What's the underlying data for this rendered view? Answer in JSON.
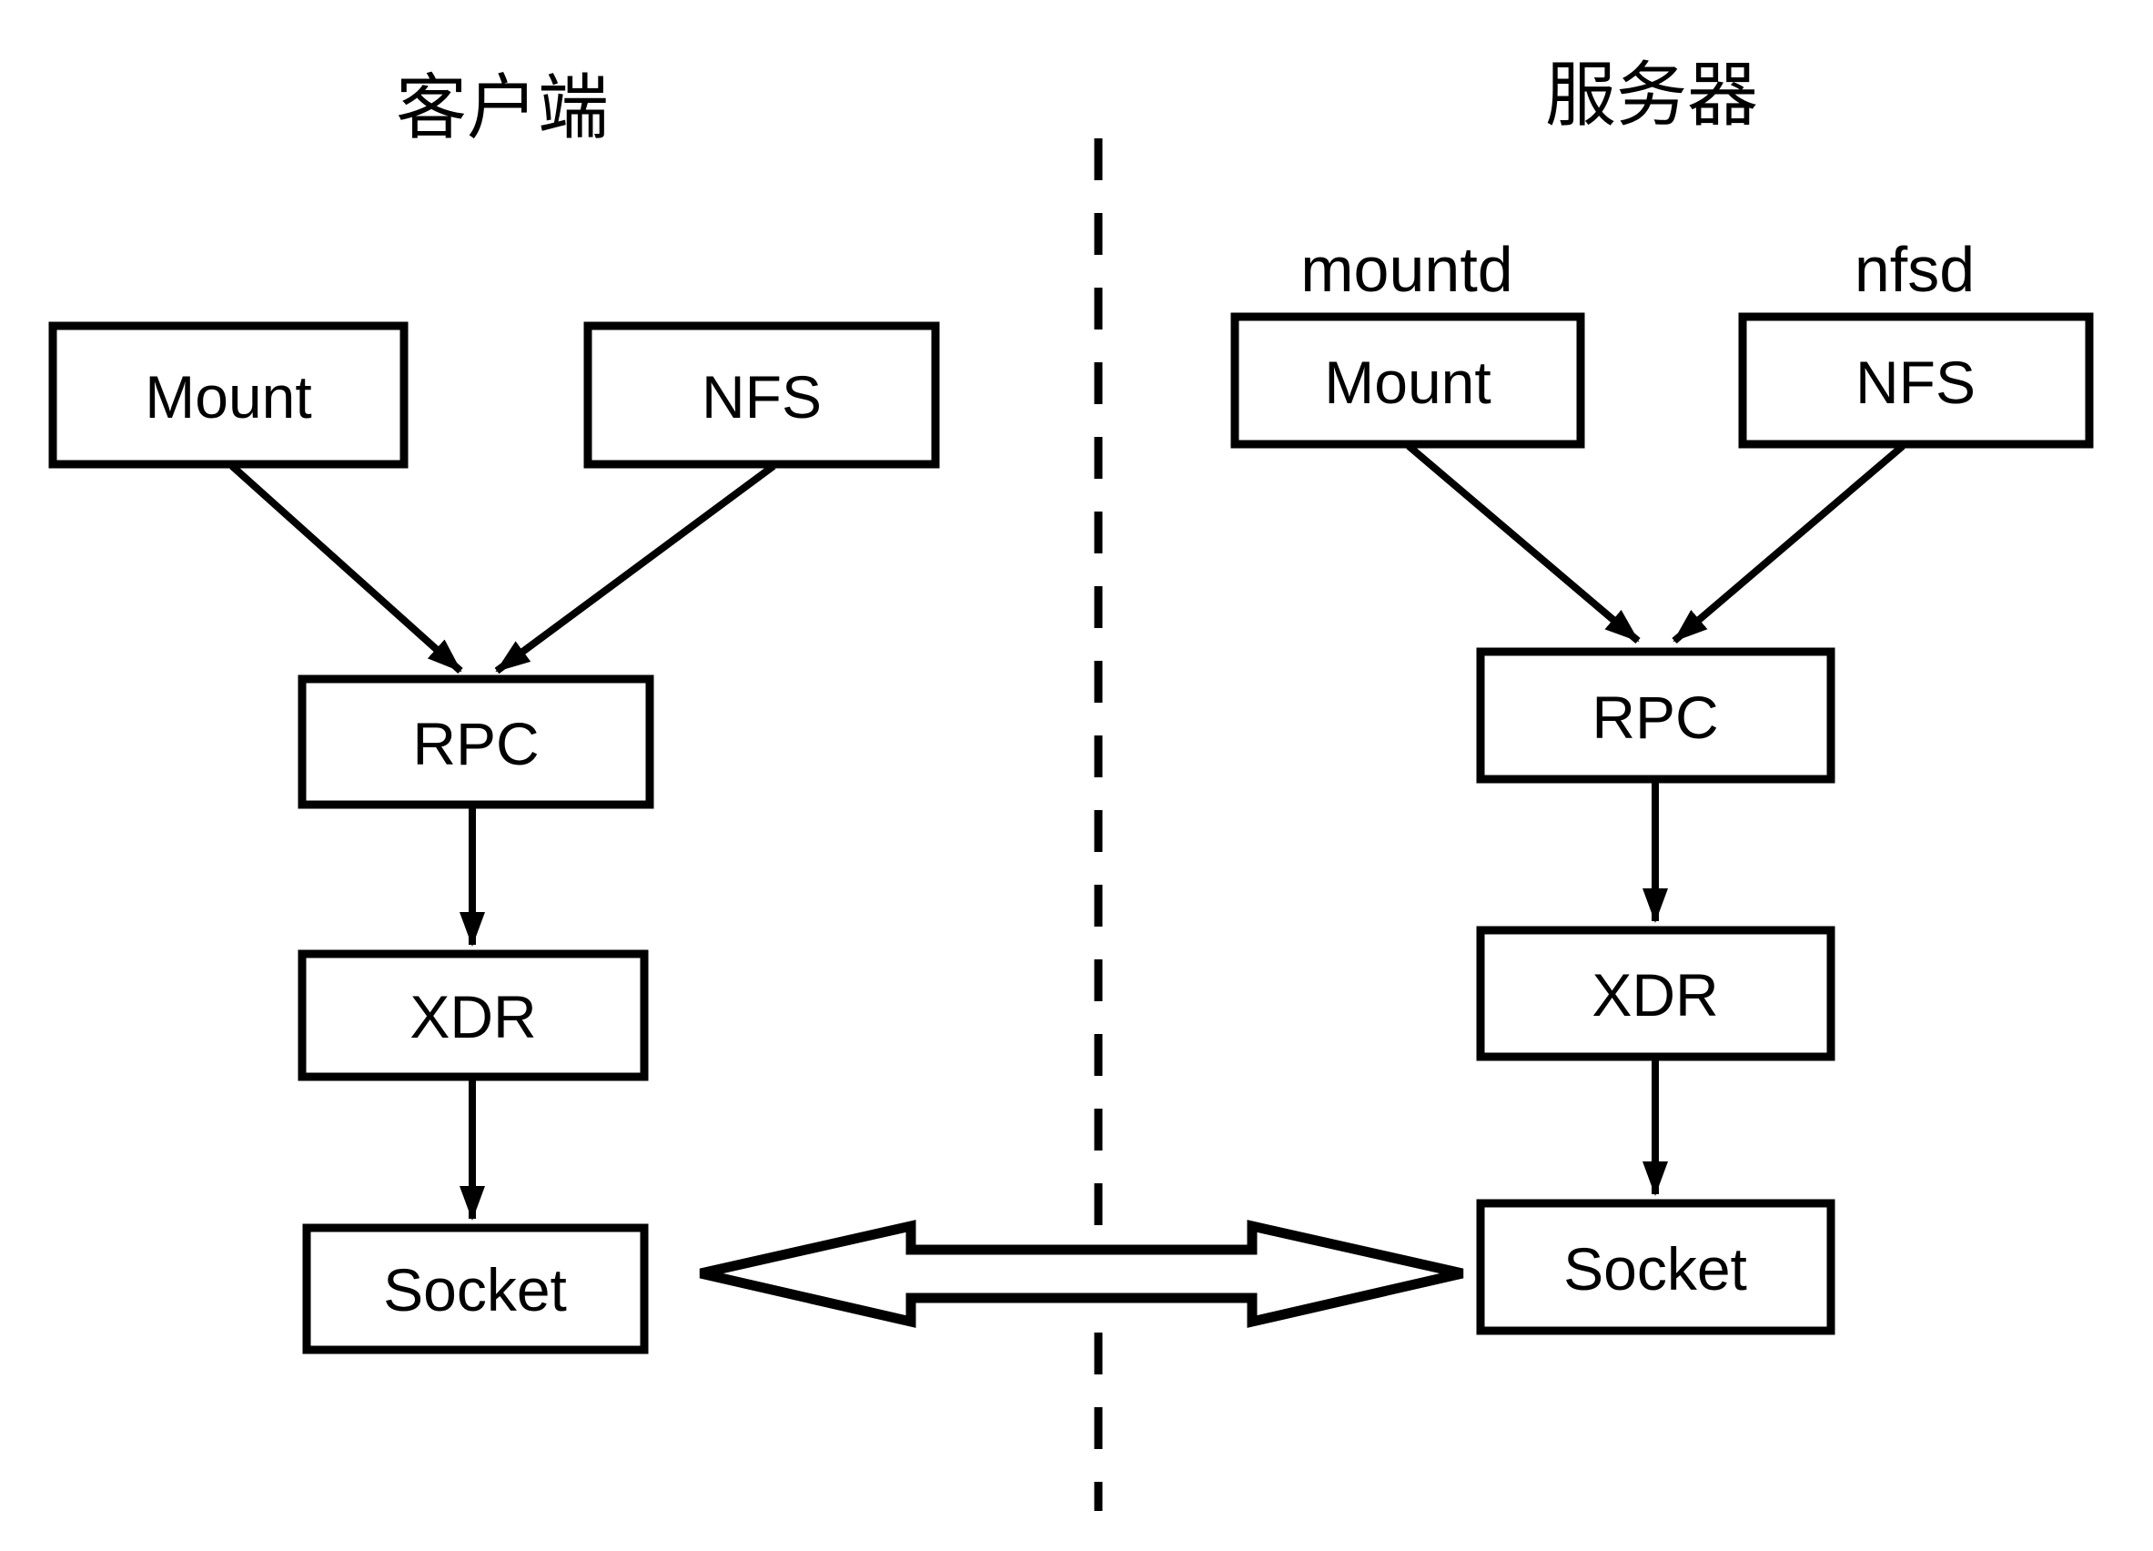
{
  "colors": {
    "ink": "#000000",
    "background": "#ffffff"
  },
  "client": {
    "title": "客户端",
    "mount_label": "Mount",
    "nfs_label": "NFS",
    "rpc_label": "RPC",
    "xdr_label": "XDR",
    "socket_label": "Socket"
  },
  "server": {
    "title": "服务器",
    "mountd_label": "mountd",
    "nfsd_label": "nfsd",
    "mount_label": "Mount",
    "nfs_label": "NFS",
    "rpc_label": "RPC",
    "xdr_label": "XDR",
    "socket_label": "Socket"
  }
}
